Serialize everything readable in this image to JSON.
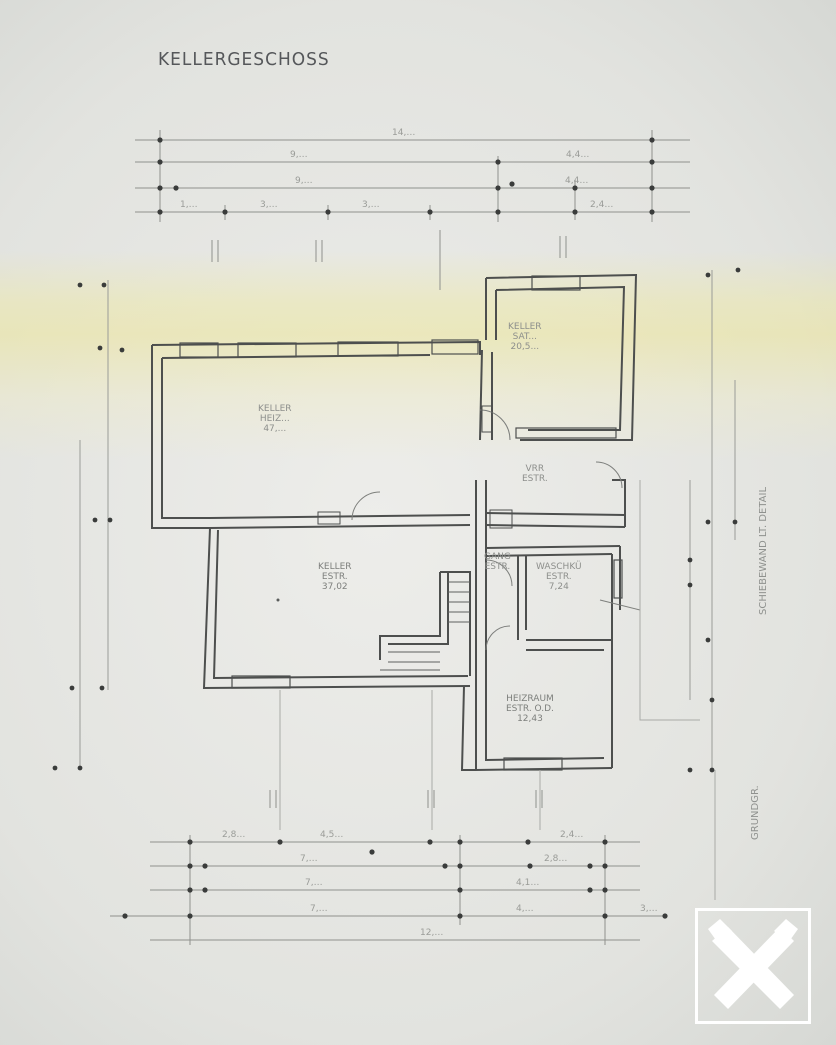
{
  "title": "KELLERGESCHOSS",
  "rooms": [
    {
      "name": "KELLER",
      "line2": "SAT...",
      "line3": "20,5..."
    },
    {
      "name": "KELLER",
      "line2": "HEIZ...",
      "line3": "47,..."
    },
    {
      "name": "KELLER",
      "line2": "ESTR.",
      "line3": "37,02"
    },
    {
      "name": "VRR",
      "line2": "ESTR.",
      "line3": ""
    },
    {
      "name": "GANG",
      "line2": "ESTR.",
      "line3": ""
    },
    {
      "name": "WASCHKÜ",
      "line2": "ESTR.",
      "line3": "7,24"
    },
    {
      "name": "HEIZRAUM",
      "line2": "ESTR. O.D.",
      "line3": "12,43"
    }
  ],
  "dimensions": {
    "top_row1": [
      "14,…"
    ],
    "top_row2": [
      "9,…",
      "4,4…"
    ],
    "top_row3": [
      "9,…",
      "4,4…"
    ],
    "top_row4": [
      "1,…",
      "3,…",
      "3,…",
      "2,4…"
    ],
    "bottom_row1": [
      "2,8…",
      "4,5…",
      "2,4…"
    ],
    "bottom_row2": [
      "7,…",
      "2,8…"
    ],
    "bottom_row3": [
      "7,…",
      "4,1…"
    ],
    "bottom_row4": [
      "7,…",
      "4,…",
      "3,…"
    ],
    "bottom_total": [
      "12,…"
    ]
  },
  "side_notes": [
    "SCHIEBEWAND LT. DETAIL",
    "GRUNDGR."
  ],
  "brand": {
    "logo": "raiffeisen-gable-cross-icon",
    "accent": "#ffffff"
  },
  "colors": {
    "paper": "#e4e5e2",
    "ink": "#5f6160",
    "stain": "#ece6a0"
  }
}
